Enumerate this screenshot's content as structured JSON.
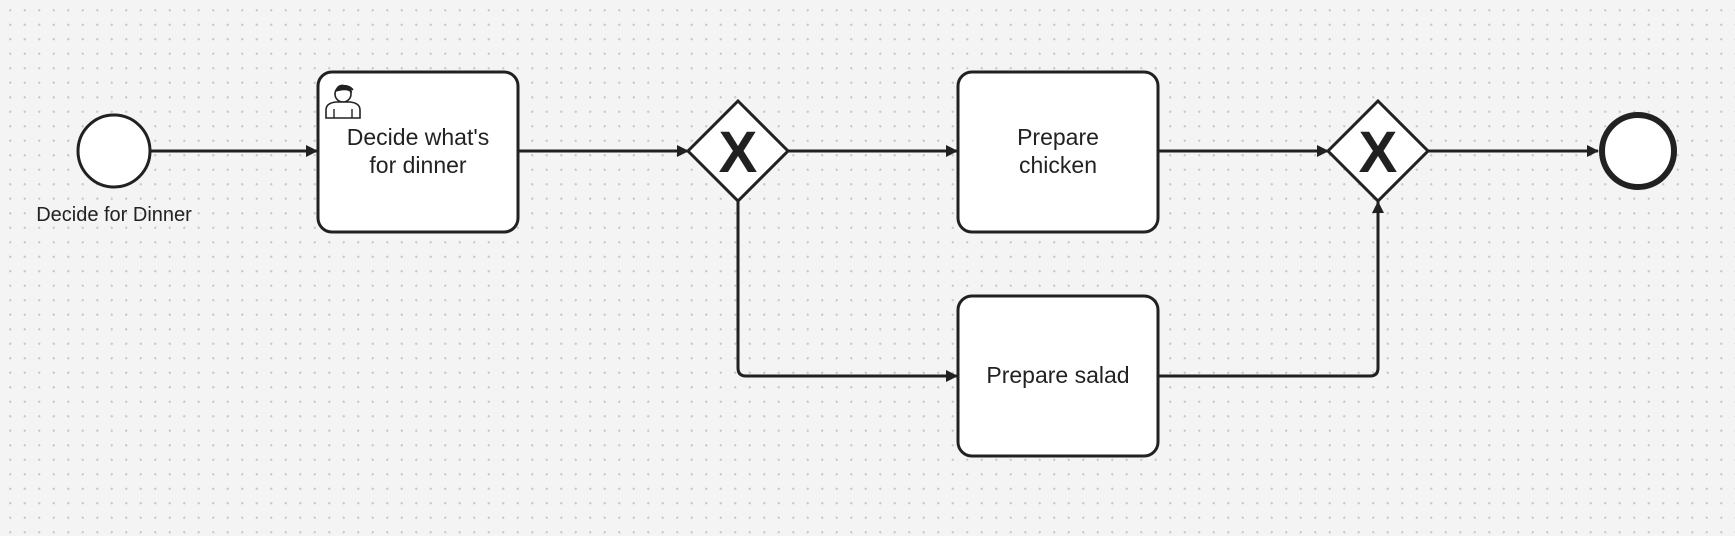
{
  "diagram": {
    "start_event": {
      "label": "Decide for Dinner"
    },
    "task_decide": {
      "line1": "Decide what's",
      "line2": "for dinner",
      "icon": "user-icon"
    },
    "gateway_split": {
      "marker": "X"
    },
    "task_chicken": {
      "line1": "Prepare",
      "line2": "chicken"
    },
    "task_salad": {
      "label": "Prepare salad"
    },
    "gateway_join": {
      "marker": "X"
    },
    "end_event": {
      "label": ""
    }
  },
  "colors": {
    "stroke": "#212121",
    "fill": "#ffffff",
    "canvas": "#f4f4f4",
    "grid_dot": "#c9c9c9"
  }
}
